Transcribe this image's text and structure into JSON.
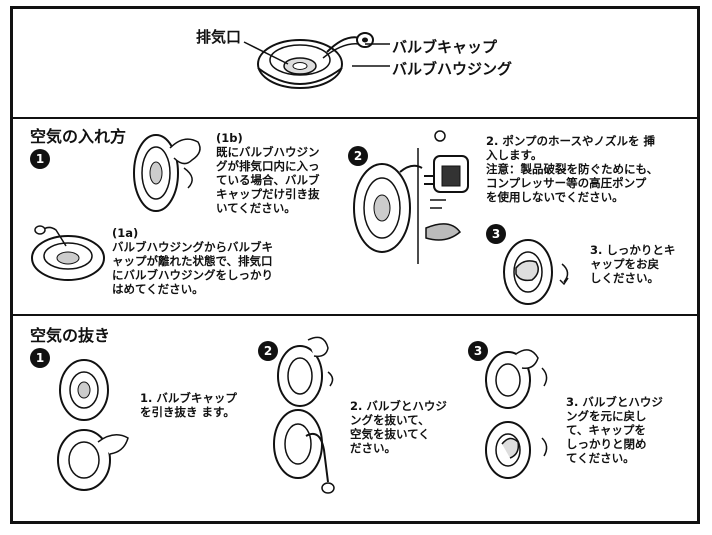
{
  "diagram": {
    "top": {
      "exhaust_label": "排気口",
      "cap_label": "バルブキャップ",
      "housing_label": "バルブハウジング"
    },
    "inflate": {
      "heading": "空気の入れ方",
      "steps": [
        {
          "num": "1",
          "sub": [
            {
              "tag": "(1b)",
              "text": "既にバルブハウジン\nグが排気口内に入っ\nている場合、バルブ\nキャップだけ引き抜\nいてください。"
            },
            {
              "tag": "(1a)",
              "text": "バルブハウジングからバルブキ\nャップが離れた状態で、排気口\nにバルブハウジングをしっかり\nはめてください。"
            }
          ]
        },
        {
          "num": "2",
          "text": "2. ポンプのホースやノズルを 挿\n入します。\n注意：製品破裂を防ぐためにも、\nコンプレッサー等の高圧ポンプ\nを使用しないでください。"
        },
        {
          "num": "3",
          "text": "3. しっかりとキ\nャップをお戻\nしください。"
        }
      ]
    },
    "deflate": {
      "heading": "空気の抜き",
      "steps": [
        {
          "num": "1",
          "text": "1. バルブキャップ\nを引き抜き ます。"
        },
        {
          "num": "2",
          "text": "2. バルブとハウジ\nングを抜いて、\n空気を抜いてく\nださい。"
        },
        {
          "num": "3",
          "text": "3. バルブとハウジ\nングを元に戻し\nて、キャップを\nしっかりと閉め\nてください。"
        }
      ]
    }
  }
}
